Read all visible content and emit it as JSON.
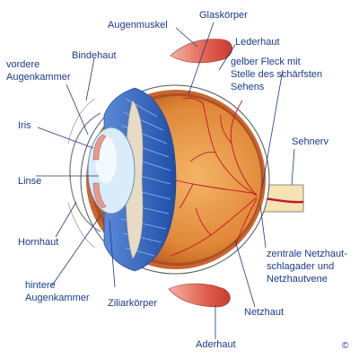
{
  "labels": {
    "augenmuskel": "Augenmuskel",
    "glaskoerper": "Glaskörper",
    "lederhaut": "Lederhaut",
    "bindehaut": "Bindehaut",
    "vordere_augenkammer_1": "vordere",
    "vordere_augenkammer_2": "Augenkammer",
    "gelber_fleck_1": "gelber Fleck mit",
    "gelber_fleck_2": "Stelle des schärfsten",
    "gelber_fleck_3": "Sehens",
    "iris": "Iris",
    "sehnerv": "Sehnerv",
    "linse": "Linse",
    "hornhaut": "Hornhaut",
    "zentrale_1": "zentrale Netzhaut-",
    "zentrale_2": "schlagader und",
    "zentrale_3": "Netzhautvene",
    "hintere_augenkammer_1": "hintere",
    "hintere_augenkammer_2": "Augenkammer",
    "ziliarkoerper": "Ziliarkörper",
    "netzhaut": "Netzhaut",
    "aderhaut": "Aderhaut"
  },
  "copyright": "©",
  "colors": {
    "label_text": "#1a3a8a",
    "sclera": "#ffffff",
    "choroid": "#c8662e",
    "vitreous": "#e8953f",
    "ciliary": "#2b5bb5",
    "lens": "#d8ecfa",
    "muscle": "#d9534f",
    "vessels": "#c0182a",
    "optic_nerve": "#f6e3b4"
  }
}
